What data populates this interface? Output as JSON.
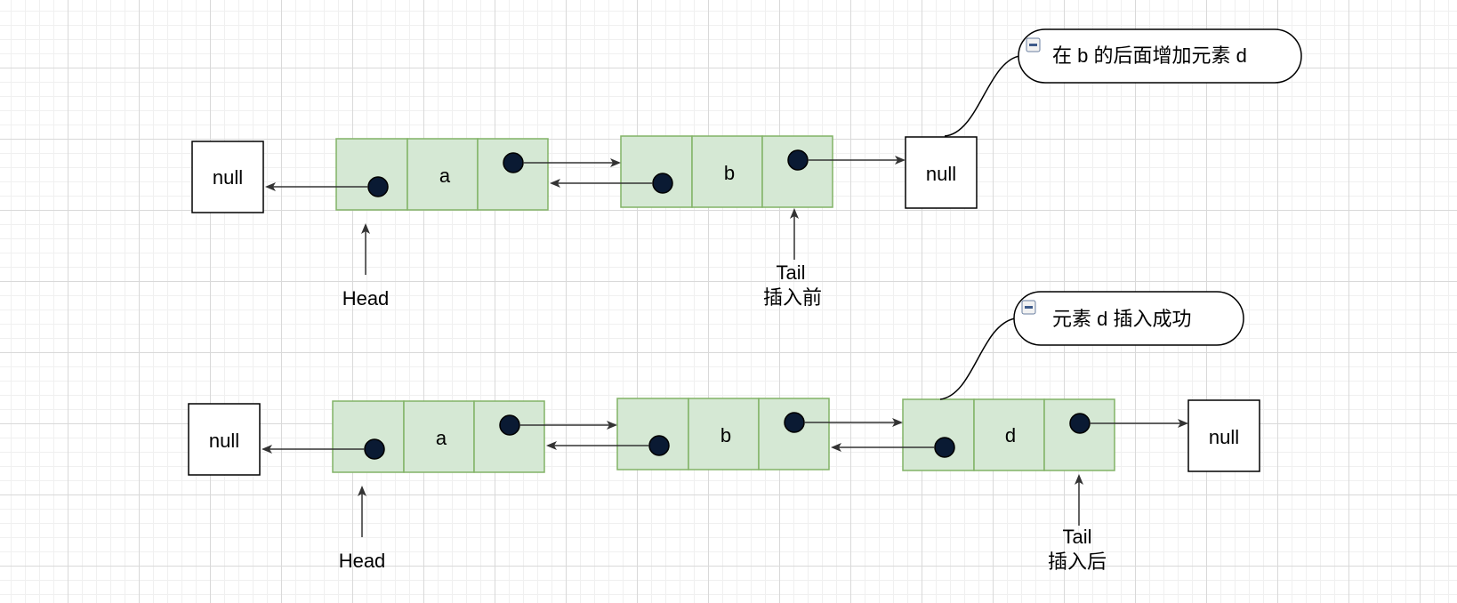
{
  "colors": {
    "node_fill": "#d5e8d4",
    "node_stroke": "#82b366",
    "pointer_dot": "#0a1a33",
    "arrow": "#333333"
  },
  "top": {
    "nodes": [
      {
        "value": "a"
      },
      {
        "value": "b"
      }
    ],
    "null_left": "null",
    "null_right": "null",
    "head_label": "Head",
    "tail_label": "Tail",
    "tail_sub_label": "插入前",
    "callout": "在 b 的后面增加元素 d"
  },
  "bottom": {
    "nodes": [
      {
        "value": "a"
      },
      {
        "value": "b"
      },
      {
        "value": "d"
      }
    ],
    "null_left": "null",
    "null_right": "null",
    "head_label": "Head",
    "tail_label": "Tail",
    "tail_sub_label": "插入后",
    "callout": "元素 d 插入成功"
  }
}
